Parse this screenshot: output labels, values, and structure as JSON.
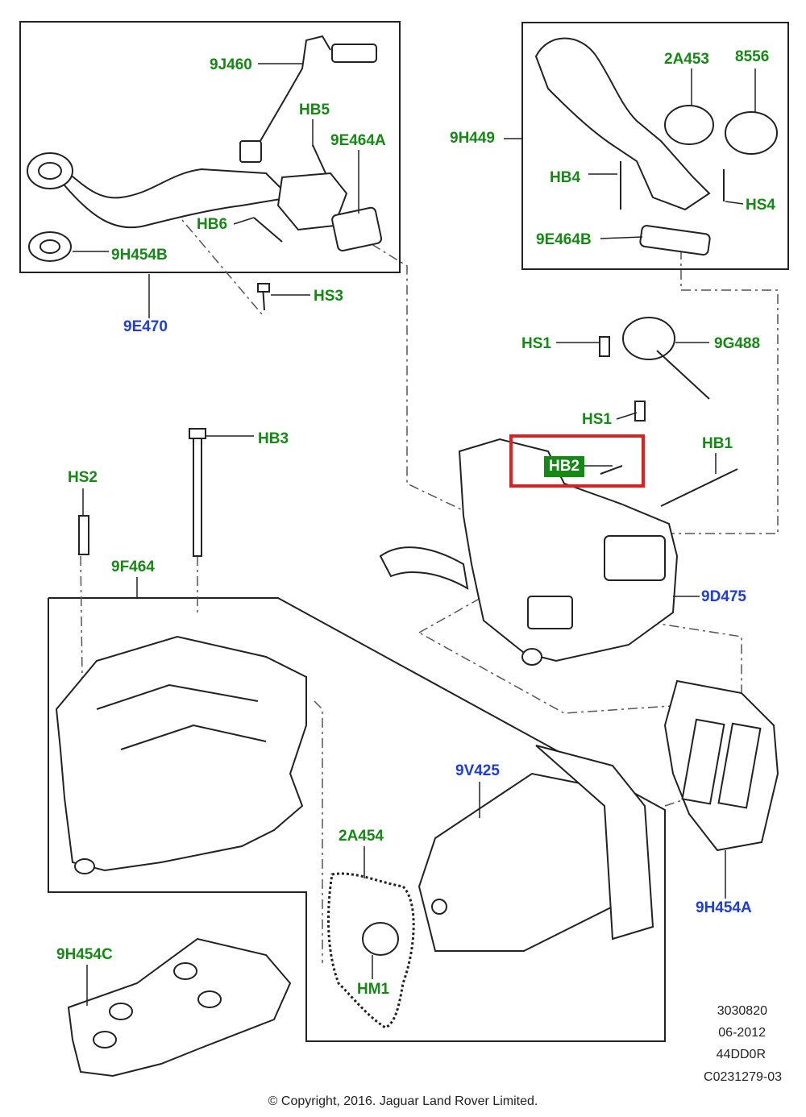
{
  "labels": {
    "9J460": "9J460",
    "HB5": "HB5",
    "9E464A": "9E464A",
    "HB6": "HB6",
    "9H454B": "9H454B",
    "9E470": "9E470",
    "HS3": "HS3",
    "9H449": "9H449",
    "2A453": "2A453",
    "8556": "8556",
    "HB4": "HB4",
    "HS4": "HS4",
    "9E464B": "9E464B",
    "HS1a": "HS1",
    "9G488": "9G488",
    "HS1b": "HS1",
    "HB3": "HB3",
    "HB1": "HB1",
    "HB2": "HB2",
    "HS2": "HS2",
    "9F464": "9F464",
    "9D475": "9D475",
    "9V425": "9V425",
    "2A454": "2A454",
    "9H454A": "9H454A",
    "9H454C": "9H454C",
    "HM1": "HM1"
  },
  "meta": {
    "line1": "3030820",
    "line2": "06-2012",
    "line3": "44DD0R",
    "line4": "C0231279-03"
  },
  "copyright": "© Copyright, 2016. Jaguar Land Rover Limited.",
  "colors": {
    "part_label": "#148a14",
    "assembly_label": "#1e3cd8",
    "highlight": "#e01e1e"
  }
}
